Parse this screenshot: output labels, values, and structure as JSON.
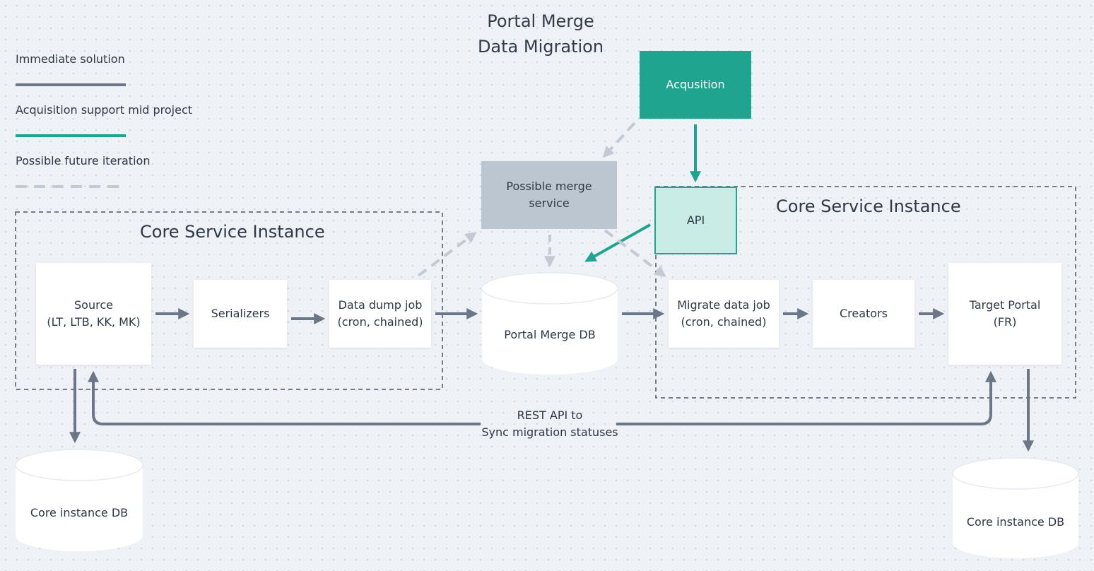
{
  "title": {
    "line1": "Portal Merge",
    "line2": "Data Migration"
  },
  "legend": {
    "immediate": {
      "label": "Immediate solution",
      "color": "#6b7787"
    },
    "acquisition": {
      "label": "Acquisition support mid project",
      "color": "#1fa58f"
    },
    "future": {
      "label": "Possible future iteration",
      "color": "#c3cad3"
    }
  },
  "regions": {
    "left": {
      "title": "Core Service Instance"
    },
    "right": {
      "title": "Core Service Instance"
    }
  },
  "nodes": {
    "source": "Source\n(LT, LTB, KK, MK)",
    "serializers": "Serializers",
    "data_dump_job": "Data dump job\n(cron, chained)",
    "portal_merge_db": "Portal Merge DB",
    "possible_merge_service": "Possible merge\nservice",
    "acquisition": "Acqusition",
    "api": "API",
    "migrate_data_job": "Migrate data job\n(cron, chained)",
    "creators": "Creators",
    "target_portal": "Target Portal\n(FR)",
    "core_db_left": "Core instance DB",
    "core_db_right": "Core instance DB"
  },
  "edge_labels": {
    "rest_api": "REST API to\nSync migration statuses"
  }
}
